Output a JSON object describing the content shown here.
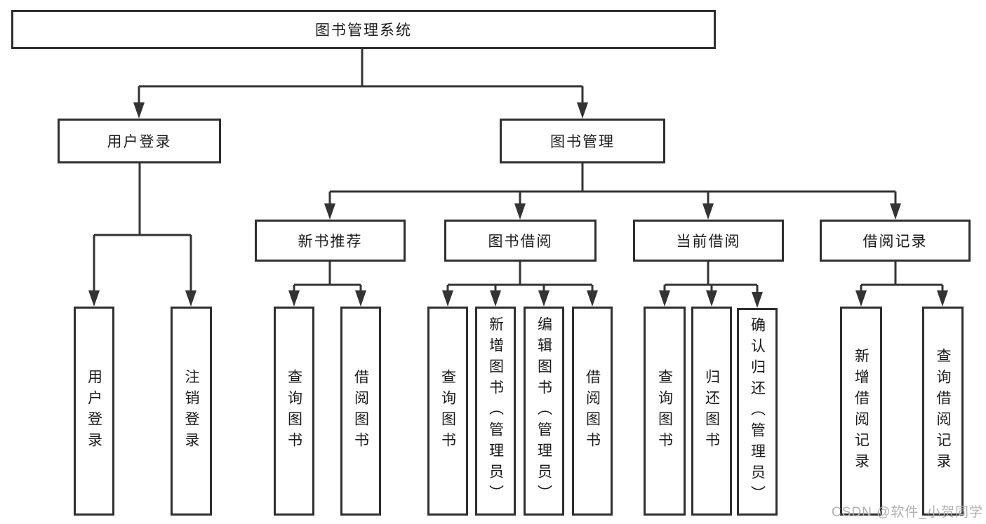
{
  "title": "图书管理系统",
  "watermark": "CSDN @软件_小贺同学",
  "colors": {
    "line": "#333333",
    "box_border": "#2f2f2f",
    "box_fill": "#ffffff",
    "text": "#1a1a1a",
    "watermark": "#b2b0b0",
    "background": "#ffffff"
  },
  "nodes": {
    "root": {
      "label": "图书管理系统"
    },
    "user_login": {
      "label": "用户登录"
    },
    "book_mgmt": {
      "label": "图书管理"
    },
    "login_v": {
      "label": "用户登录"
    },
    "logout_v": {
      "label": "注销登录"
    },
    "new_book_rec": {
      "label": "新书推荐"
    },
    "book_borrow": {
      "label": "图书借阅"
    },
    "current_borrow": {
      "label": "当前借阅"
    },
    "borrow_records": {
      "label": "借阅记录"
    },
    "query_books_1": {
      "label": "查询图书"
    },
    "borrow_books_1": {
      "label": "借阅图书"
    },
    "query_books_2": {
      "label": "查询图书"
    },
    "add_books_admin": {
      "label": "新增图书（管理员）"
    },
    "edit_books_admin": {
      "label": "编辑图书（管理员）"
    },
    "borrow_books_2": {
      "label": "借阅图书"
    },
    "query_books_3": {
      "label": "查询图书"
    },
    "return_books": {
      "label": "归还图书"
    },
    "confirm_return": {
      "label": "确认归还（管理员）"
    },
    "add_borrow_rec": {
      "label": "新增借阅记录"
    },
    "query_borrow_rec": {
      "label": "查询借阅记录"
    }
  },
  "hierarchy": {
    "root": [
      "user_login",
      "book_mgmt"
    ],
    "user_login": [
      "login_v",
      "logout_v"
    ],
    "book_mgmt": [
      "new_book_rec",
      "book_borrow",
      "current_borrow",
      "borrow_records"
    ],
    "new_book_rec": [
      "query_books_1",
      "borrow_books_1"
    ],
    "book_borrow": [
      "query_books_2",
      "add_books_admin",
      "edit_books_admin",
      "borrow_books_2"
    ],
    "current_borrow": [
      "query_books_3",
      "return_books",
      "confirm_return"
    ],
    "borrow_records": [
      "add_borrow_rec",
      "query_borrow_rec"
    ]
  }
}
